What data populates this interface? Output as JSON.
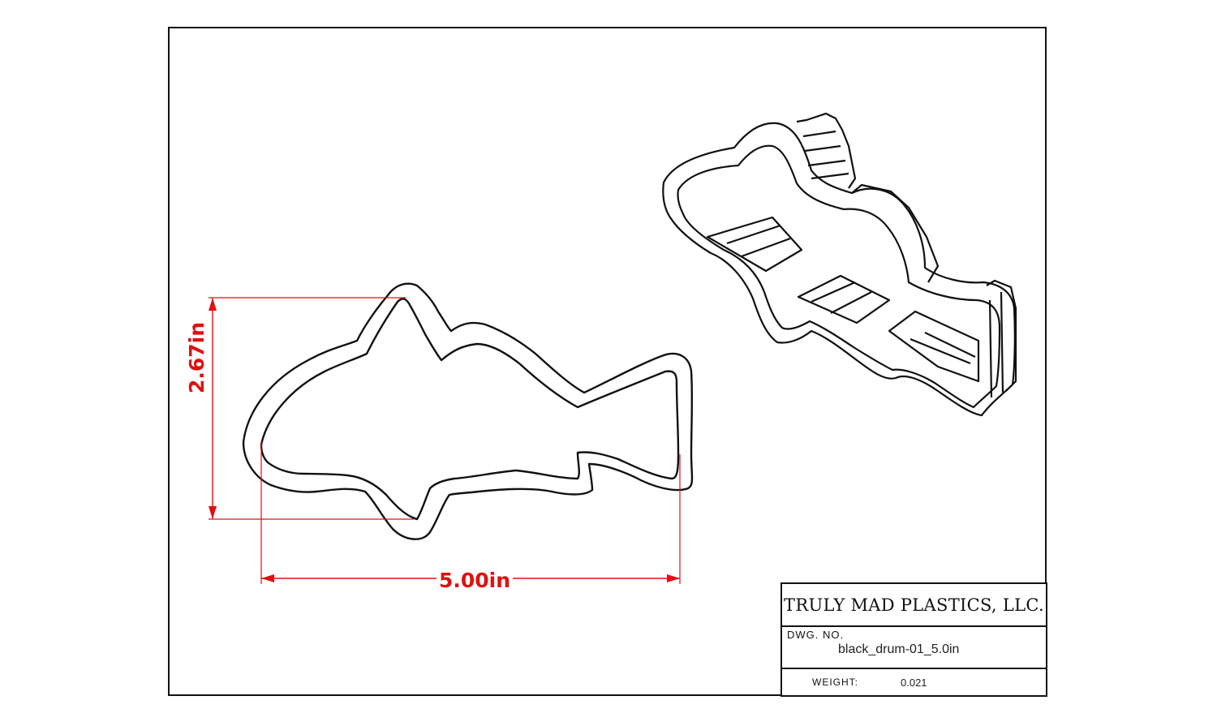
{
  "dimensions": {
    "width_label": "5.00in",
    "height_label": "2.67in"
  },
  "title_block": {
    "company": "TRULY MAD PLASTICS, LLC.",
    "dwg_no_label": "DWG.  NO.",
    "dwg_no_value": "black_drum-01_5.0in",
    "weight_label": "WEIGHT:",
    "weight_value": "0.021"
  },
  "colors": {
    "dimension": "#e01010",
    "line": "#111111",
    "background": "#ffffff"
  }
}
